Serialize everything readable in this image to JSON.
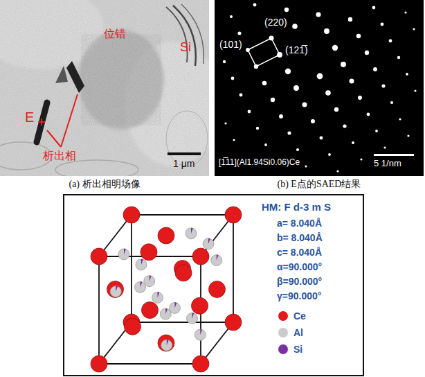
{
  "diagram": {
    "labels": [
      "E",
      "位错",
      "Si",
      "析出相",
      "1 μm",
      "(220)",
      "(101)",
      "(121̅)",
      "[1̅11](Al1.94Si0.06)Ce",
      "5 1/nm",
      "(a) 析出相明场像",
      "(b) E点的SAED结果",
      "HM: F d-3 m S",
      "a= 8.040Å",
      "b= 8.040Å",
      "c= 8.040Å",
      "α=90.000°",
      "β=90.000°",
      "γ=90.000°"
    ],
    "legend": [
      {
        "text": "Ce",
        "color": "#e31a1c"
      },
      {
        "text": "Al",
        "color": "#cccccc"
      },
      {
        "text": "Si",
        "color": "#7b2fa0"
      }
    ]
  }
}
